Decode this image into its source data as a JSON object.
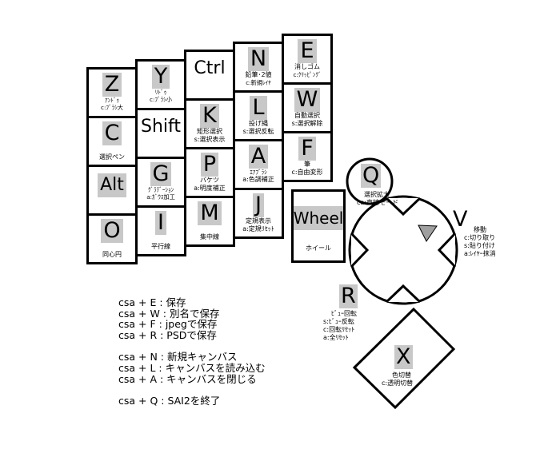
{
  "keys": {
    "Z": {
      "key": "Z",
      "l1": "ｱﾝﾄﾞｩ",
      "l2": "c:ﾌﾞﾗｼ大"
    },
    "C": {
      "key": "C",
      "l1": "選択ペン"
    },
    "Alt": {
      "key": "Alt"
    },
    "O": {
      "key": "O",
      "l1": "同心円"
    },
    "Y": {
      "key": "Y",
      "l1": "ﾘﾄﾞｩ",
      "l2": "c:ﾌﾞﾗｼ小"
    },
    "Shift": {
      "key": "Shift"
    },
    "G": {
      "key": "G",
      "l1": "ｸﾞﾗﾃﾞｰｼｮﾝ",
      "l2": "a:ｶﾞｳｽ加工"
    },
    "I": {
      "key": "I",
      "l1": "平行線"
    },
    "Ctrl": {
      "key": "Ctrl"
    },
    "K": {
      "key": "K",
      "l1": "矩形選択",
      "l2": "s:選択表示"
    },
    "P": {
      "key": "P",
      "l1": "バケツ",
      "l2": "a:明度補正"
    },
    "M": {
      "key": "M",
      "l1": "集中線"
    },
    "N": {
      "key": "N",
      "l1": "鉛筆･2値",
      "l2": "c:新規ﾚｲﾔ"
    },
    "L": {
      "key": "L",
      "l1": "投げ縄",
      "l2": "s:選択反転"
    },
    "A": {
      "key": "A",
      "l1": "ｴｱﾌﾞﾗｼ",
      "l2": "a:色調補正"
    },
    "J": {
      "key": "J",
      "l1": "定規表示",
      "l2": "a:定規ﾘｾｯﾄ"
    },
    "E": {
      "key": "E",
      "l1": "消しゴム",
      "l2": "c:ｸﾘｯﾋﾟﾝｸﾞ"
    },
    "W": {
      "key": "W",
      "l1": "自動選択",
      "l2": "s:選択解除"
    },
    "F": {
      "key": "F",
      "l1": "筆",
      "l2": "c:自由変形"
    },
    "Wheel": {
      "key": "Wheel",
      "l1": "ホイール"
    }
  },
  "q_key": {
    "key": "Q",
    "l1": "選択拡大",
    "l2": "ca:直線モード"
  },
  "v_key": {
    "key": "V",
    "l1": "移動",
    "l2": "c:切り取り",
    "l3": "s:貼り付け",
    "l4": "a:ﾚｲﾔｰ抹消"
  },
  "r_key": {
    "key": "R",
    "l1": "ﾋﾞｭｰ回転",
    "l2": "s:ﾋﾞｭｰ反転",
    "l3": "c:回転ﾘｾｯﾄ",
    "l4": "a:全ﾘｾｯﾄ"
  },
  "x_key": {
    "key": "X",
    "l1": "色切替",
    "l2": "c:透明切替"
  },
  "shortcuts": [
    "csa + E : 保存",
    "csa + W : 別名で保存",
    "csa + F : jpegで保存",
    "csa + R : PSDで保存",
    "",
    "csa + N : 新規キャンバス",
    "csa + L : キャンバスを読み込む",
    "csa + A : キャンバスを閉じる",
    "",
    "csa + Q : SAI2を終了"
  ],
  "colors": {
    "line": "#000000",
    "highlight": "#c8c8c8",
    "arrow": "#a0a0a0"
  }
}
